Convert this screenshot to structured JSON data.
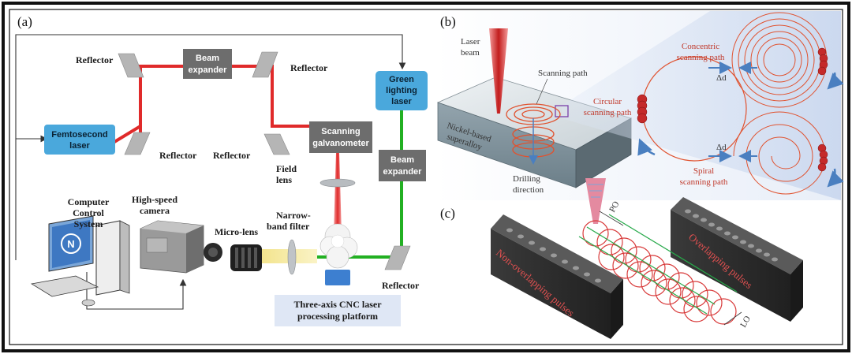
{
  "panels": {
    "a": "(a)",
    "b": "(b)",
    "c": "(c)"
  },
  "panel_a": {
    "reflector": "Reflector",
    "beam_expander": [
      "Beam",
      "expander"
    ],
    "femtosecond_laser": [
      "Femtosecond",
      "laser"
    ],
    "green_lighting_laser": [
      "Green",
      "lighting",
      "laser"
    ],
    "scanning_galvanometer": [
      "Scanning",
      "galvanometer"
    ],
    "beam_expander_2": [
      "Beam",
      "expander"
    ],
    "field_lens": [
      "Field",
      "lens"
    ],
    "computer": [
      "Computer",
      "Control",
      "System"
    ],
    "camera": [
      "High-speed",
      "camera"
    ],
    "micro_lens": "Micro-lens",
    "narrow_band": [
      "Narrow-",
      "band filter"
    ],
    "platform": [
      "Three-axis CNC laser",
      "processing platform"
    ]
  },
  "panel_b": {
    "laser_beam": [
      "Laser",
      "beam"
    ],
    "scanning_path": "Scanning path",
    "material": [
      "Nickel-based",
      "superalloy"
    ],
    "drilling": [
      "Drilling",
      "direction"
    ],
    "circular": [
      "Circular",
      "scanning path"
    ],
    "concentric": [
      "Concentric",
      "scanning path"
    ],
    "spiral": [
      "Spiral",
      "scanning path"
    ],
    "delta_d": "Δd"
  },
  "panel_c": {
    "non_overlap": "Non-overlapping pulses",
    "overlap": "Overlapping pulses",
    "po": "PO",
    "lo": "LO"
  },
  "colors": {
    "red_beam": "#e02a2a",
    "green_beam": "#22b022",
    "blue_box": "#4aa8dc",
    "gray_box": "#6d6d6d",
    "ring_red": "#e0522f"
  }
}
